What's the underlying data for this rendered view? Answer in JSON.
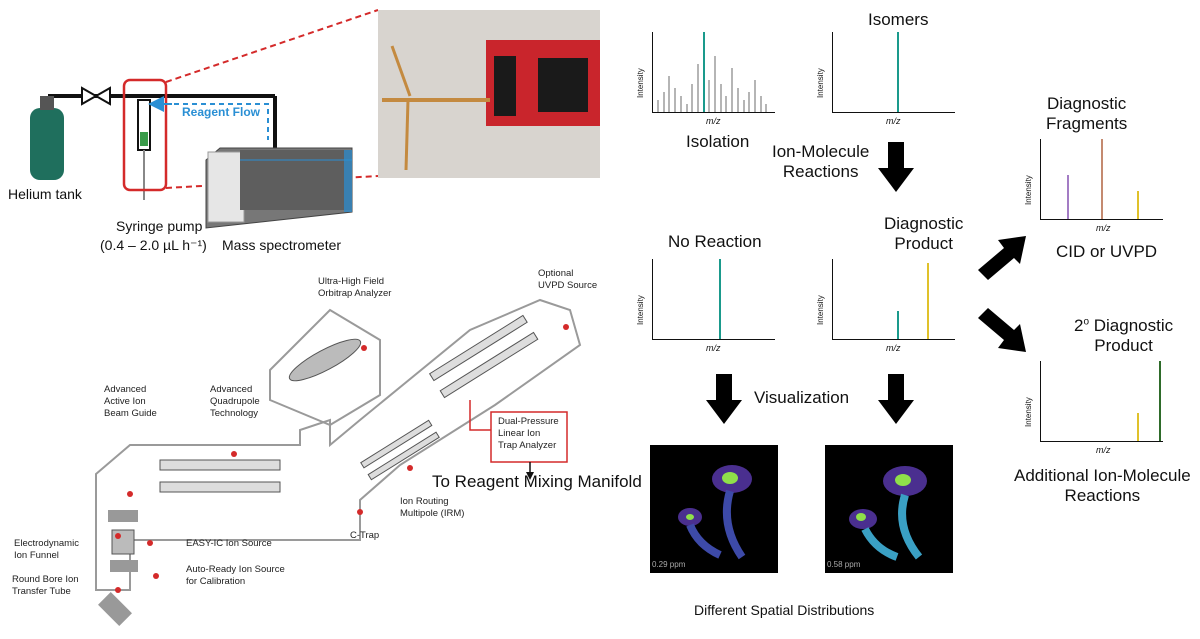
{
  "setup": {
    "helium_tank": "Helium tank",
    "syringe_pump": "Syringe pump",
    "syringe_rate": "(0.4 – 2.0 µL h⁻¹)",
    "reagent_flow": "Reagent Flow",
    "mass_spectrometer": "Mass spectrometer"
  },
  "instrument": {
    "labels": {
      "ultra_high_field": "Ultra-High Field\nOrbitrap Analyzer",
      "optional_uvpd": "Optional\nUVPD Source",
      "advanced_active": "Advanced\nActive Ion\nBeam Guide",
      "advanced_quad": "Advanced\nQuadrupole\nTechnology",
      "dual_pressure": "Dual-Pressure\nLinear Ion\nTrap Analyzer",
      "to_reagent": "To Reagent Mixing Manifold",
      "ion_routing": "Ion Routing\nMultipole (IRM)",
      "c_trap": "C-Trap",
      "electrodynamic": "Electrodynamic\nIon Funnel",
      "easy_ic": "EASY-IC Ion Source",
      "auto_ready": "Auto-Ready Ion Source\nfor Calibration",
      "round_bore": "Round Bore Ion\nTransfer Tube"
    }
  },
  "workflow": {
    "isomers": "Isomers",
    "isolation": "Isolation",
    "ion_molecule_reactions": "Ion-Molecule\nReactions",
    "no_reaction": "No Reaction",
    "diagnostic_product": "Diagnostic\nProduct",
    "diagnostic_fragments": "Diagnostic\nFragments",
    "cid_uvpd": "CID or UVPD",
    "secondary_prefix": "2",
    "secondary_sup": "o",
    "secondary_rest": " Diagnostic\nProduct",
    "additional": "Additional Ion-Molecule\nReactions",
    "visualization": "Visualization",
    "different_spatial": "Different Spatial Distributions",
    "intensity": "Intensity",
    "mz": "m/z",
    "scale_left": "0.29 ppm",
    "scale_right": "0.58 ppm"
  },
  "colors": {
    "teal": "#1a9a8c",
    "gray_peak": "#b5b5b5",
    "purple": "#a37cc4",
    "brown": "#c48a70",
    "yellow": "#e0c12a",
    "dark_green": "#2e6b2a",
    "red_box": "#d42a2a",
    "flow_blue": "#2a8fd4"
  },
  "chart_data": [
    {
      "type": "bar",
      "name": "isolation",
      "x": [
        1,
        2,
        3,
        4,
        5,
        6,
        7,
        8,
        9,
        10,
        11,
        12,
        13,
        14,
        15,
        16,
        17,
        18,
        19,
        20
      ],
      "values": [
        0.15,
        0.25,
        0.45,
        0.3,
        0.2,
        0.1,
        0.35,
        0.6,
        1.0,
        0.4,
        0.7,
        0.35,
        0.2,
        0.55,
        0.3,
        0.15,
        0.25,
        0.4,
        0.2,
        0.1
      ],
      "highlight_index": 8
    },
    {
      "type": "bar",
      "name": "isomers",
      "values": [
        1.0
      ]
    },
    {
      "type": "bar",
      "name": "no_reaction",
      "values": [
        1.0
      ]
    },
    {
      "type": "bar",
      "name": "diagnostic_product",
      "values": [
        0.35,
        0.95
      ]
    },
    {
      "type": "bar",
      "name": "diagnostic_fragments",
      "values": [
        0.55,
        1.0,
        0.35
      ]
    },
    {
      "type": "bar",
      "name": "secondary_diagnostic",
      "values": [
        0.35,
        1.0
      ]
    }
  ]
}
